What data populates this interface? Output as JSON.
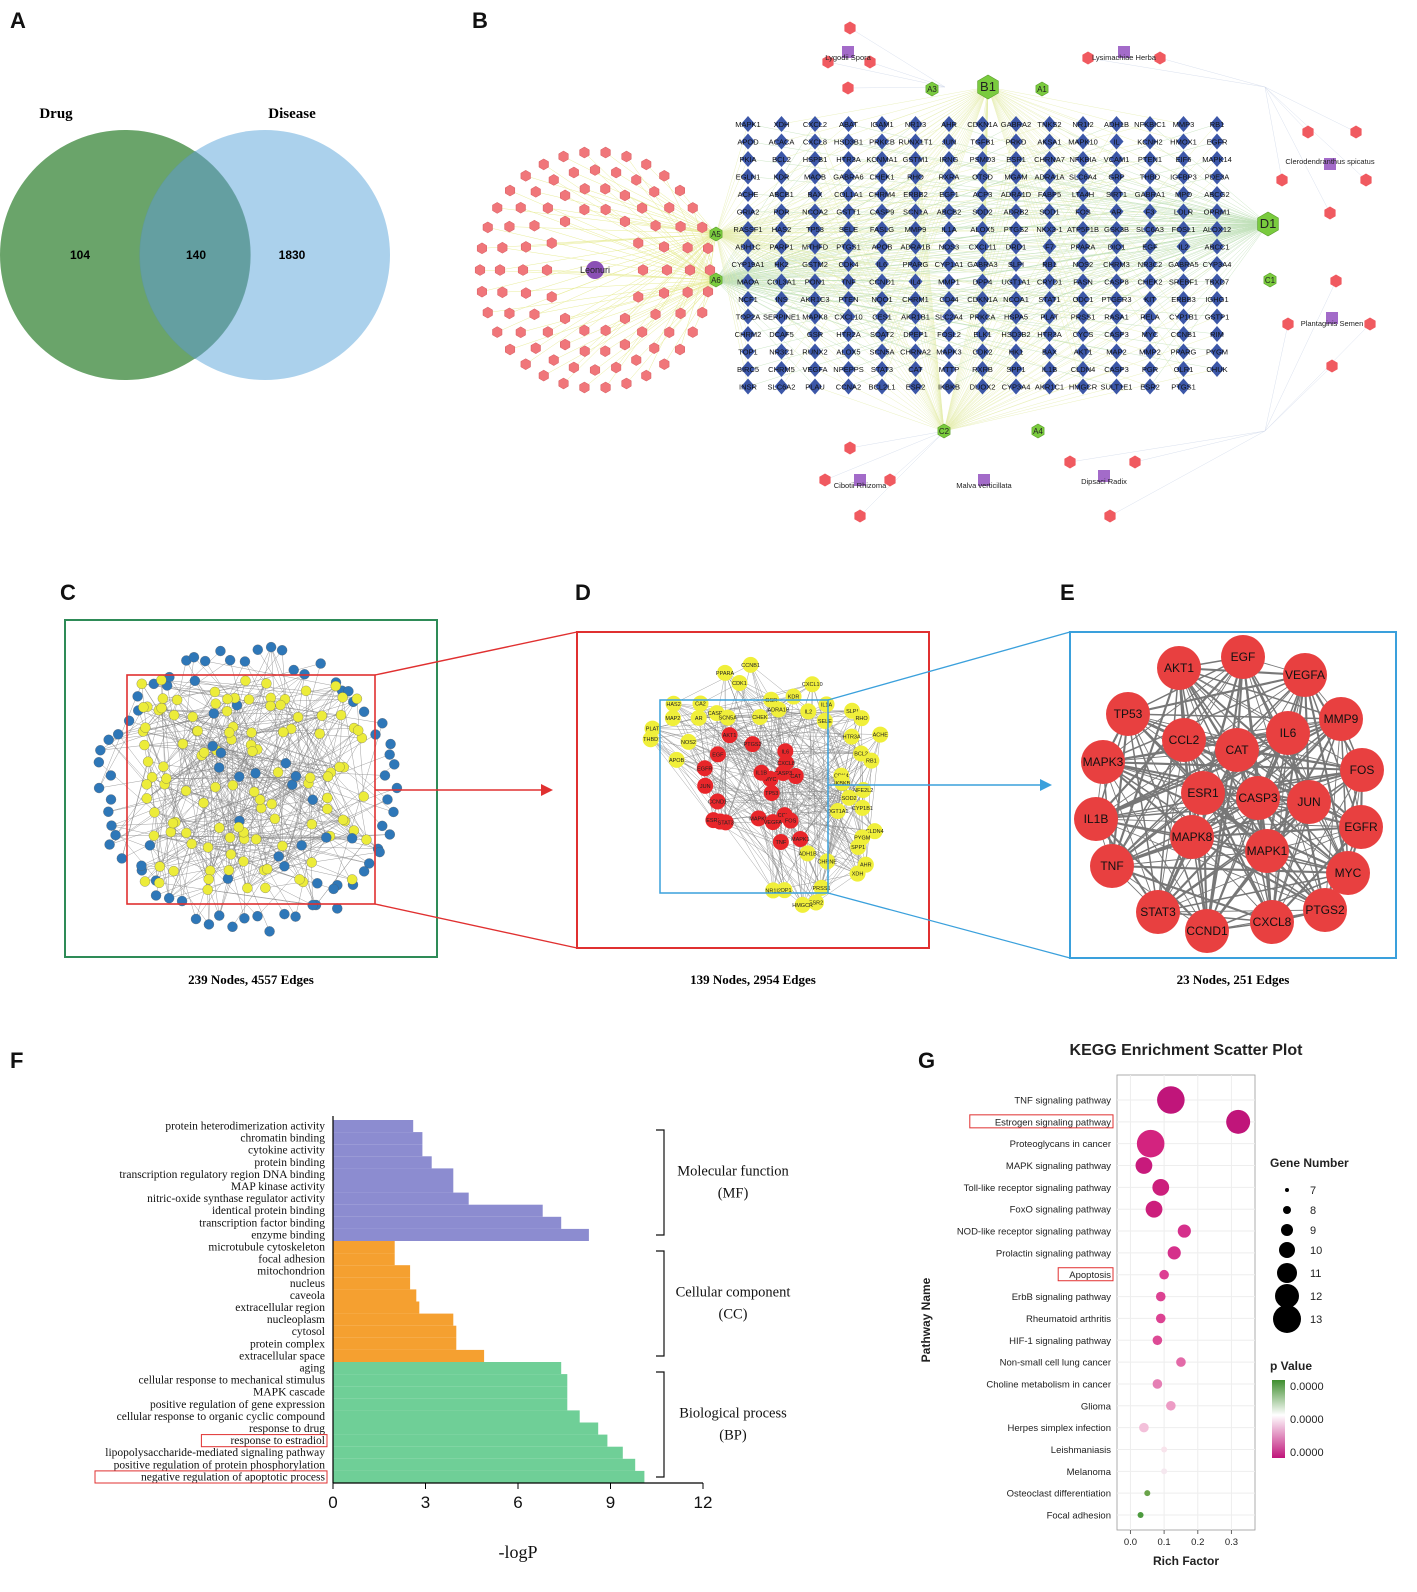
{
  "panels": {
    "A": "A",
    "B": "B",
    "C": "C",
    "D": "D",
    "E": "E",
    "F": "F",
    "G": "G"
  },
  "venn": {
    "left_label": "Drug",
    "right_label": "Disease",
    "left_only": "104",
    "overlap": "140",
    "right_only": "1830",
    "left_color": "#5a9a5a",
    "right_color": "#8fc1e6",
    "overlap_color": "#5e9a9a"
  },
  "herb_network": {
    "herbs": [
      "Lygodii Spora",
      "Lysimachiae Herba",
      "Clerodendranthus spicatus",
      "Plantaginis Semen",
      "Dipsaci Radix",
      "Malva verticillata",
      "Cibotii Rhizoma",
      "Leonuri"
    ],
    "hubs": [
      "A1",
      "A3",
      "B1",
      "A5",
      "A6",
      "D1",
      "C1",
      "C2",
      "A4"
    ],
    "targets": [
      "MAPK1",
      "XDH",
      "CXCL2",
      "ABAT",
      "IGAM1",
      "NR1I3",
      "AHR",
      "CDKN1A",
      "GABRA2",
      "TNKS2",
      "NR1I2",
      "ADH1B",
      "NFKBIC1",
      "MMP3",
      "RB1",
      "APOD",
      "ACACA",
      "CXCL8",
      "HSD3B1",
      "PRKCB",
      "RUNX1T1",
      "JUN",
      "TGFB1",
      "PRKD",
      "AKSA1",
      "MAPK10",
      "IL",
      "KCNH2",
      "HMOX1",
      "EGFR",
      "PKIA",
      "BCL2",
      "HSPB1",
      "HTR3A",
      "KCNMA1",
      "GSTM1",
      "IRNG",
      "PSMD3",
      "ESR1",
      "CHRNA7",
      "NFKBIA",
      "VCAM1",
      "PTEN1",
      "EIF6",
      "MAPK14",
      "EGLN1",
      "KDR",
      "MAOB",
      "GABRA6",
      "CHEK1",
      "RHO",
      "RXRA",
      "OTSD",
      "MGAM",
      "ADRA1A",
      "SLC6A4",
      "GRP",
      "THBD",
      "IGFBP3",
      "PDE3A",
      "ACHE",
      "ABCB1",
      "BAX",
      "COL1A1",
      "CHRM4",
      "ERBB2",
      "EGF1",
      "ACP3",
      "ADRA1D",
      "FABP5",
      "LTA4H",
      "SIRT1",
      "GABRA1",
      "MPO",
      "ABCG2",
      "GRIA2",
      "POR",
      "NCOA2",
      "GSTT1",
      "CASP9",
      "SCN1A",
      "ABCB2",
      "SOD2",
      "ADRB2",
      "SOD1",
      "FOS",
      "AR",
      "F3",
      "LDLR",
      "OPRM1",
      "RASSF1",
      "HAS2",
      "TP53",
      "SELE",
      "FASLG",
      "MMP9",
      "IL1A",
      "ALOX5",
      "PTGS2",
      "NKX3-1",
      "ATP5F1B",
      "GSK3B",
      "SLC6A3",
      "FOSL1",
      "ALOX12",
      "ADH1C",
      "PARP1",
      "MTHFD",
      "PTGS1",
      "APOB",
      "ADRA1B",
      "NOS3",
      "CXCL11",
      "DRD1",
      "F7",
      "PPARA",
      "DIO1",
      "EGF",
      "IL2",
      "ABCC1",
      "CYP19A1",
      "HK2",
      "GSTM2",
      "CDK4",
      "IL6",
      "PPARG",
      "CYP1A1",
      "GABRA3",
      "SLPI",
      "RB1",
      "NOS2",
      "CHRM3",
      "NR3C2",
      "GABRA5",
      "CYP3A4",
      "MAOA",
      "COL3A1",
      "PON1",
      "TNF",
      "CCND1",
      "IL4",
      "MMP1",
      "DPP4",
      "UGT1A1",
      "CRYD1",
      "FASN",
      "CASP8",
      "CHEK2",
      "SREBF1",
      "TBXD7",
      "NCF1",
      "INS",
      "AKR1C3",
      "PTEN",
      "NQO1",
      "CHRM1",
      "CD44",
      "CDKN1A",
      "NCOA1",
      "STAT1",
      "ODC1",
      "PTGER3",
      "KIT",
      "ERBB3",
      "IGHG1",
      "TOP2A",
      "SERPINE1",
      "MAPK8",
      "CXCL10",
      "CES1",
      "AKR1B1",
      "SLC2A4",
      "PRKCA",
      "HSPA5",
      "PLAT",
      "PRSS1",
      "RASA1",
      "RELA",
      "CYP1B1",
      "GSTP1",
      "CHRM2",
      "DCAF5",
      "GSR",
      "HTR2A",
      "SOAT2",
      "DPEP1",
      "FOSL2",
      "ELK1",
      "HSD3B2",
      "HTR3A",
      "CYCS",
      "CASP3",
      "MYC",
      "CCNB1",
      "RIM",
      "TOP1",
      "NR3C1",
      "RUNX2",
      "ALOX5",
      "SCN5A",
      "CHRNA2",
      "MAPK3",
      "CDK2",
      "HK1",
      "BAX",
      "AKT1",
      "MAP2",
      "MMP2",
      "PPARG",
      "PYGM",
      "BIRC5",
      "CHRM5",
      "VEGFA",
      "NPEPPS",
      "STAT3",
      "CAT",
      "MTTP",
      "RXRB",
      "SPP1",
      "IL1B",
      "CLDN4",
      "CASP3",
      "PGR",
      "OLR1",
      "CHUK",
      "INSR",
      "SLC6A2",
      "PLAU",
      "CCNA2",
      "BCL2L1",
      "ESR2",
      "IKBKB",
      "DUOX2",
      "CYP3A4",
      "AKR1C1",
      "HMGCR",
      "SULT1E1",
      "ESR2",
      "PTGS1"
    ]
  },
  "ppi": {
    "c_caption": "239 Nodes, 4557 Edges",
    "d_caption": "139 Nodes, 2954 Edges",
    "e_caption": "23 Nodes, 251 Edges",
    "c_color": "#2e8b57",
    "d_color": "#e03030",
    "e_color": "#3aa0dc",
    "d_labels": [
      "NFE2L2",
      "SOD2",
      "CYP1B1",
      "DGT1A1",
      "CLDN4",
      "PYGM",
      "SPP1",
      "AHR",
      "XDH",
      "CHRNE",
      "ADH1B",
      "PRSS1",
      "ESR2",
      "HMGCR",
      "TOP1",
      "NR1I2",
      "MAPK8",
      "TP53",
      "CCL2",
      "AKT1",
      "EGF",
      "CAT",
      "VEGFA",
      "IL6",
      "MMP9",
      "JUN",
      "FOS",
      "EGFR",
      "CASP3",
      "MYC",
      "CXCL8",
      "ESR1",
      "IL1B",
      "TNF",
      "PTGS2",
      "MAPK1",
      "STAT3",
      "CCND1",
      "APOB",
      "THBD",
      "PLAT",
      "NOS2",
      "MAP2",
      "HAS2",
      "AR",
      "CA2",
      "CASP9",
      "SCN5A",
      "PPARA",
      "CDK1",
      "CCNB1",
      "CHEK",
      "GSR",
      "ADRA1B",
      "KDR",
      "CXCL10",
      "IL2",
      "IL1A",
      "SELE",
      "SLPI",
      "RHO",
      "HTR3A",
      "ACHE",
      "BCL2",
      "RB1",
      "CDK4",
      "IKBKB"
    ],
    "hubs": [
      "AKT1",
      "EGF",
      "VEGFA",
      "TP53",
      "MMP9",
      "CCL2",
      "IL6",
      "CAT",
      "MAPK3",
      "FOS",
      "ESR1",
      "CASP3",
      "JUN",
      "IL1B",
      "EGFR",
      "MAPK8",
      "MAPK1",
      "TNF",
      "MYC",
      "STAT3",
      "PTGS2",
      "CXCL8",
      "CCND1"
    ]
  },
  "go": {
    "axis_title": "-logP",
    "ticks": [
      "0",
      "3",
      "6",
      "9",
      "12"
    ],
    "categories": [
      {
        "name": "Molecular function",
        "abbr": "(MF)"
      },
      {
        "name": "Cellular component",
        "abbr": "(CC)"
      },
      {
        "name": "Biological process",
        "abbr": "(BP)"
      }
    ]
  },
  "kegg": {
    "title": "KEGG Enrichment Scatter Plot",
    "ylabel": "Pathway Name",
    "xlabel": "Rich Factor",
    "xticks": [
      "0.0",
      "0.1",
      "0.2",
      "0.3"
    ],
    "size_legend_title": "Gene Number",
    "size_legend": [
      "7",
      "8",
      "9",
      "10",
      "11",
      "12",
      "13"
    ],
    "color_legend_title": "p Value",
    "color_legend": [
      "0.0000",
      "0.0000",
      "0.0000"
    ]
  },
  "chart_data": [
    {
      "type": "bar",
      "orientation": "horizontal",
      "title": "",
      "xlabel": "-logP",
      "xlim": [
        0,
        12
      ],
      "categories": [
        "protein heterodimerization activity",
        "chromatin binding",
        "cytokine activity",
        "protein binding",
        "transcription regulatory region DNA binding",
        "MAP kinase activity",
        "nitric-oxide synthase regulator activity",
        "identical protein binding",
        "transcription factor binding",
        "enzyme binding",
        "microtubule cytoskeleton",
        "focal adhesion",
        "mitochondrion",
        "nucleus",
        "caveola",
        "extracellular region",
        "nucleoplasm",
        "cytosol",
        "protein complex",
        "extracellular space",
        "aging",
        "cellular response to mechanical stimulus",
        "MAPK cascade",
        "positive regulation of gene expression",
        "cellular response to organic cyclic compound",
        "response to drug",
        "response to estradiol",
        "lipopolysaccharide-mediated signaling pathway",
        "positive regulation of protein phosphorylation",
        "negative regulation of apoptotic process"
      ],
      "values": [
        2.6,
        2.9,
        2.9,
        3.2,
        3.9,
        3.9,
        4.4,
        6.8,
        7.4,
        8.3,
        2.0,
        2.0,
        2.5,
        2.5,
        2.7,
        2.8,
        3.9,
        4.0,
        4.0,
        4.9,
        7.4,
        7.6,
        7.6,
        7.6,
        8.0,
        8.6,
        8.9,
        9.4,
        9.8,
        10.1
      ],
      "groups": [
        "MF",
        "MF",
        "MF",
        "MF",
        "MF",
        "MF",
        "MF",
        "MF",
        "MF",
        "MF",
        "CC",
        "CC",
        "CC",
        "CC",
        "CC",
        "CC",
        "CC",
        "CC",
        "CC",
        "CC",
        "BP",
        "BP",
        "BP",
        "BP",
        "BP",
        "BP",
        "BP",
        "BP",
        "BP",
        "BP"
      ],
      "group_colors": {
        "MF": "#8c8cd0",
        "CC": "#f5a030",
        "BP": "#6fcf97"
      },
      "highlighted": [
        "response to estradiol",
        "negative regulation of apoptotic process"
      ]
    },
    {
      "type": "scatter",
      "title": "KEGG Enrichment Scatter Plot",
      "xlabel": "Rich Factor",
      "ylabel": "Pathway Name",
      "xlim": [
        -0.04,
        0.37
      ],
      "categories": [
        "TNF signaling pathway",
        "Estrogen signaling pathway",
        "Proteoglycans in cancer",
        "MAPK signaling pathway",
        "Toll-like receptor signaling pathway",
        "FoxO signaling pathway",
        "NOD-like receptor signaling pathway",
        "Prolactin signaling pathway",
        "Apoptosis",
        "ErbB signaling pathway",
        "Rheumatoid arthritis",
        "HIF-1 signaling pathway",
        "Non-small cell lung cancer",
        "Choline metabolism in cancer",
        "Glioma",
        "Herpes simplex infection",
        "Leishmaniasis",
        "Melanoma",
        "Osteoclast differentiation",
        "Focal adhesion"
      ],
      "x": [
        0.12,
        0.32,
        0.06,
        0.04,
        0.09,
        0.07,
        0.16,
        0.13,
        0.1,
        0.09,
        0.09,
        0.08,
        0.15,
        0.08,
        0.12,
        0.04,
        0.1,
        0.1,
        0.05,
        0.03
      ],
      "size": [
        13,
        12,
        13,
        10,
        10,
        10,
        9,
        9,
        8,
        8,
        8,
        8,
        8,
        8,
        8,
        8,
        7,
        7,
        7,
        7
      ],
      "color": [
        "#c0157a",
        "#c0157a",
        "#d3237f",
        "#c81a7c",
        "#cc1f7c",
        "#cc1f7c",
        "#d5308b",
        "#d5308b",
        "#dd3f93",
        "#dc4292",
        "#dc4292",
        "#dd4a95",
        "#e36aa8",
        "#e57fb4",
        "#ed9cc5",
        "#f3c0da",
        "#f8e4ec",
        "#f5e8ef",
        "#6aa34a",
        "#4c9a3e"
      ],
      "highlighted": [
        "Estrogen signaling pathway",
        "Apoptosis"
      ]
    }
  ]
}
